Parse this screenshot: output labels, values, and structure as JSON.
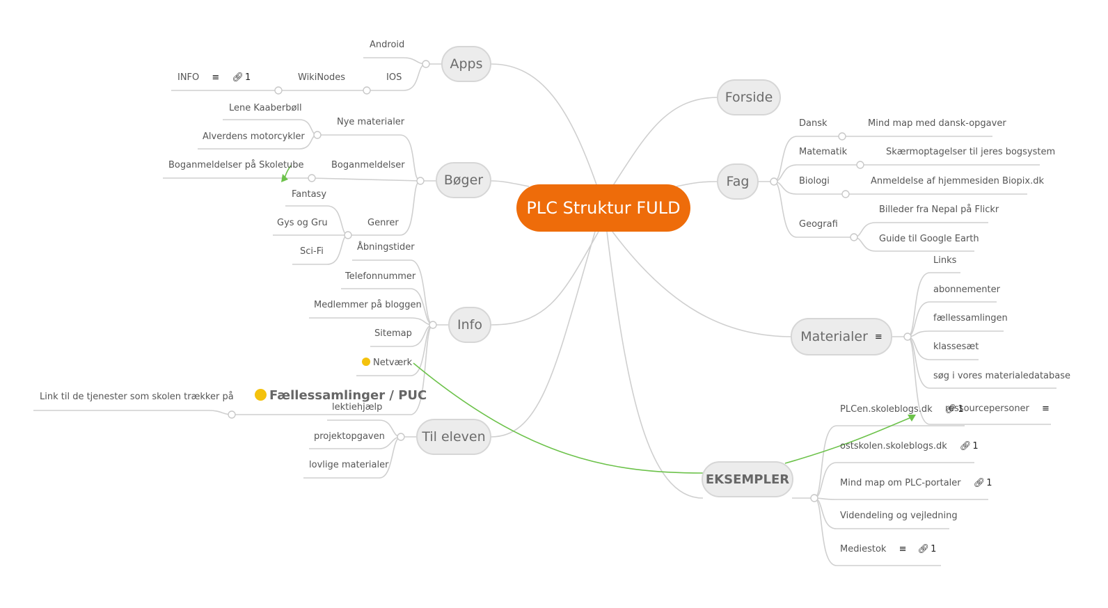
{
  "root": "PLC Struktur FULD",
  "main_topics": {
    "apps": "Apps",
    "forside": "Forside",
    "fag": "Fag",
    "boger": "Bøger",
    "info": "Info",
    "materialer": "Materialer",
    "til_eleven": "Til eleven",
    "eksempler": "EKSEMPLER"
  },
  "apps": {
    "android": "Android",
    "ios": "IOS",
    "wikinodes": "WikiNodes",
    "info": "INFO",
    "info_links": "1"
  },
  "boger": {
    "nye_materialer": "Nye materialer",
    "lene": "Lene Kaaberbøll",
    "motorcykler": "Alverdens motorcykler",
    "boganmeldelser": "Boganmeldelser",
    "skoletube": "Boganmeldelser på Skoletube",
    "genrer": "Genrer",
    "fantasy": "Fantasy",
    "gys": "Gys og Gru",
    "scifi": "Sci-Fi"
  },
  "info": {
    "abningstider": "Åbningstider",
    "telefon": "Telefonnummer",
    "medlemmer": "Medlemmer på bloggen",
    "sitemap": "Sitemap",
    "netvaerk": "Netværk",
    "faellessamlinger": "Fællessamlinger / PUC",
    "link_tjenester": "Link til de tjenester som skolen trækker på"
  },
  "til_eleven": {
    "lektiehjaelp": "lektiehjælp",
    "projektopgaven": "projektopgaven",
    "lovlige": "lovlige materialer"
  },
  "fag": {
    "dansk": "Dansk",
    "dansk_child": "Mind map med dansk-opgaver",
    "matematik": "Matematik",
    "matematik_child": "Skærmoptagelser til jeres bogsystem",
    "biologi": "Biologi",
    "biologi_child": "Anmeldelse af hjemmesiden Biopix.dk",
    "geografi": "Geografi",
    "geo_nepal": "Billeder fra Nepal på Flickr",
    "geo_earth": "Guide til Google Earth"
  },
  "materialer": {
    "links": "Links",
    "abonnementer": "abonnementer",
    "faellessamlingen": "fællessamlingen",
    "klassesaet": "klassesæt",
    "sog": "søg i vores materialedatabase",
    "ressourcepersoner": "ressourcepersoner"
  },
  "eksempler": {
    "plcen": "PLCen.skoleblogs.dk",
    "plcen_links": "1",
    "ostskolen": "ostskolen.skoleblogs.dk",
    "ostskolen_links": "1",
    "mindmap": "Mind map om PLC-portaler",
    "mindmap_links": "1",
    "videndeling": "Videndeling og vejledning",
    "mediestok": "Mediestok",
    "mediestok_links": "1"
  },
  "colors": {
    "root": "#ee6c0a",
    "line": "#cfcfcf",
    "relation": "#6cc24a"
  }
}
